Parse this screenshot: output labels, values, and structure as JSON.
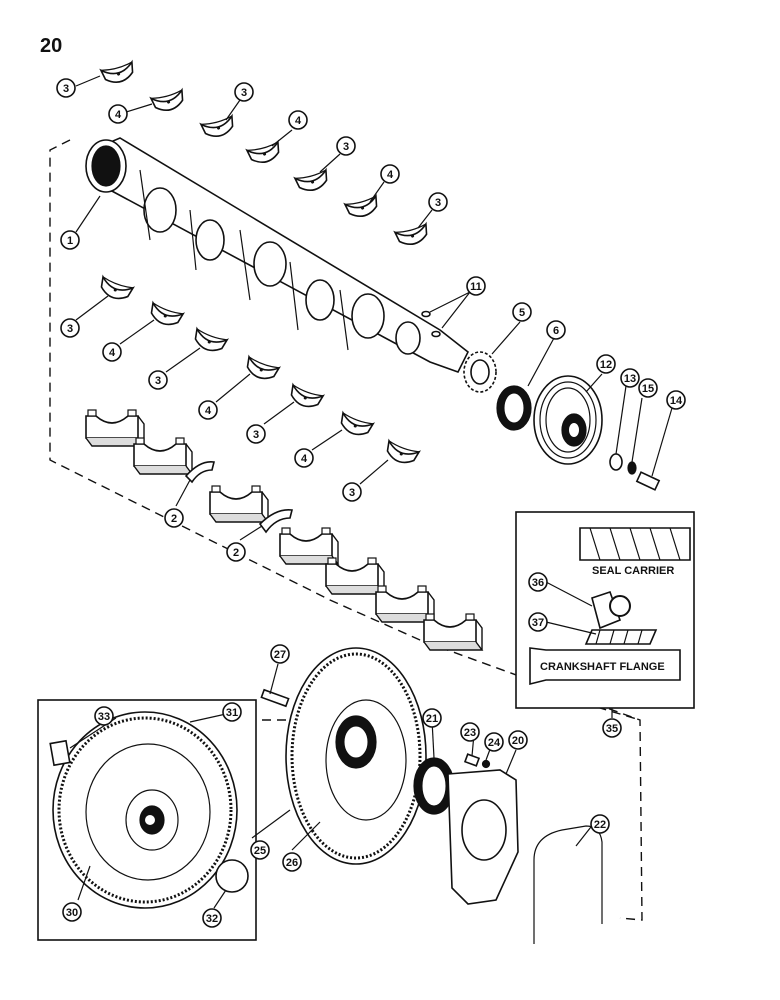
{
  "page_number": "20",
  "inset_labels": {
    "seal_carrier": "SEAL CARRIER",
    "crankshaft_flange": "CRANKSHAFT FLANGE"
  },
  "callouts": {
    "c3a": "3",
    "c4a": "4",
    "c3b": "3",
    "c4b": "4",
    "c3c": "3",
    "c4c": "4",
    "c3d": "3",
    "c1": "1",
    "c11": "11",
    "c5": "5",
    "c6": "6",
    "c12": "12",
    "c13": "13",
    "c15": "15",
    "c14": "14",
    "c3e": "3",
    "c4e": "4",
    "c3f": "3",
    "c4f": "4",
    "c3g": "3",
    "c4g": "4",
    "c3h": "3",
    "c2a": "2",
    "c2b": "2",
    "c36": "36",
    "c37": "37",
    "c35": "35",
    "c27": "27",
    "c33": "33",
    "c31": "31",
    "c21": "21",
    "c23": "23",
    "c24": "24",
    "c20": "20",
    "c25": "25",
    "c26": "26",
    "c22": "22",
    "c30": "30",
    "c32": "32"
  }
}
